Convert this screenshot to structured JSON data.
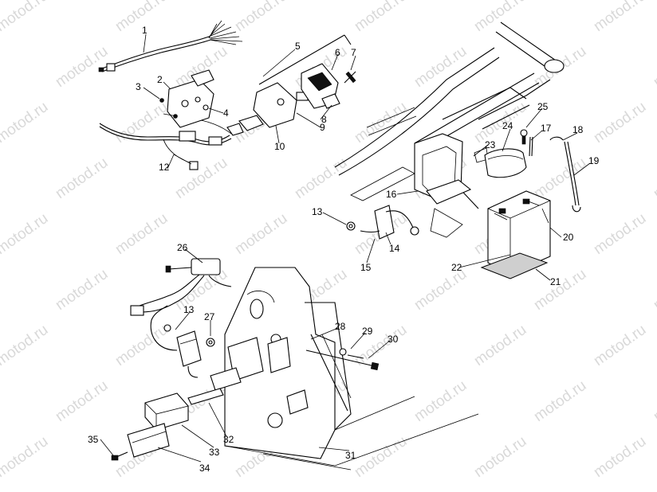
{
  "watermark": {
    "text": "motod.ru"
  },
  "callouts": [
    {
      "id": "1",
      "label": "1"
    },
    {
      "id": "2",
      "label": "2"
    },
    {
      "id": "3",
      "label": "3"
    },
    {
      "id": "4",
      "label": "4"
    },
    {
      "id": "5",
      "label": "5"
    },
    {
      "id": "6",
      "label": "6"
    },
    {
      "id": "7",
      "label": "7"
    },
    {
      "id": "8",
      "label": "8"
    },
    {
      "id": "9",
      "label": "9"
    },
    {
      "id": "10",
      "label": "10"
    },
    {
      "id": "12",
      "label": "12"
    },
    {
      "id": "13a",
      "label": "13"
    },
    {
      "id": "13b",
      "label": "13"
    },
    {
      "id": "14",
      "label": "14"
    },
    {
      "id": "15",
      "label": "15"
    },
    {
      "id": "16",
      "label": "16"
    },
    {
      "id": "17",
      "label": "17"
    },
    {
      "id": "18",
      "label": "18"
    },
    {
      "id": "19",
      "label": "19"
    },
    {
      "id": "20",
      "label": "20"
    },
    {
      "id": "21",
      "label": "21"
    },
    {
      "id": "22",
      "label": "22"
    },
    {
      "id": "23",
      "label": "23"
    },
    {
      "id": "24",
      "label": "24"
    },
    {
      "id": "25",
      "label": "25"
    },
    {
      "id": "26",
      "label": "26"
    },
    {
      "id": "27",
      "label": "27"
    },
    {
      "id": "28",
      "label": "28"
    },
    {
      "id": "29",
      "label": "29"
    },
    {
      "id": "30",
      "label": "30"
    },
    {
      "id": "31",
      "label": "31"
    },
    {
      "id": "32",
      "label": "32"
    },
    {
      "id": "33",
      "label": "33"
    },
    {
      "id": "34",
      "label": "34"
    },
    {
      "id": "35",
      "label": "35"
    }
  ]
}
